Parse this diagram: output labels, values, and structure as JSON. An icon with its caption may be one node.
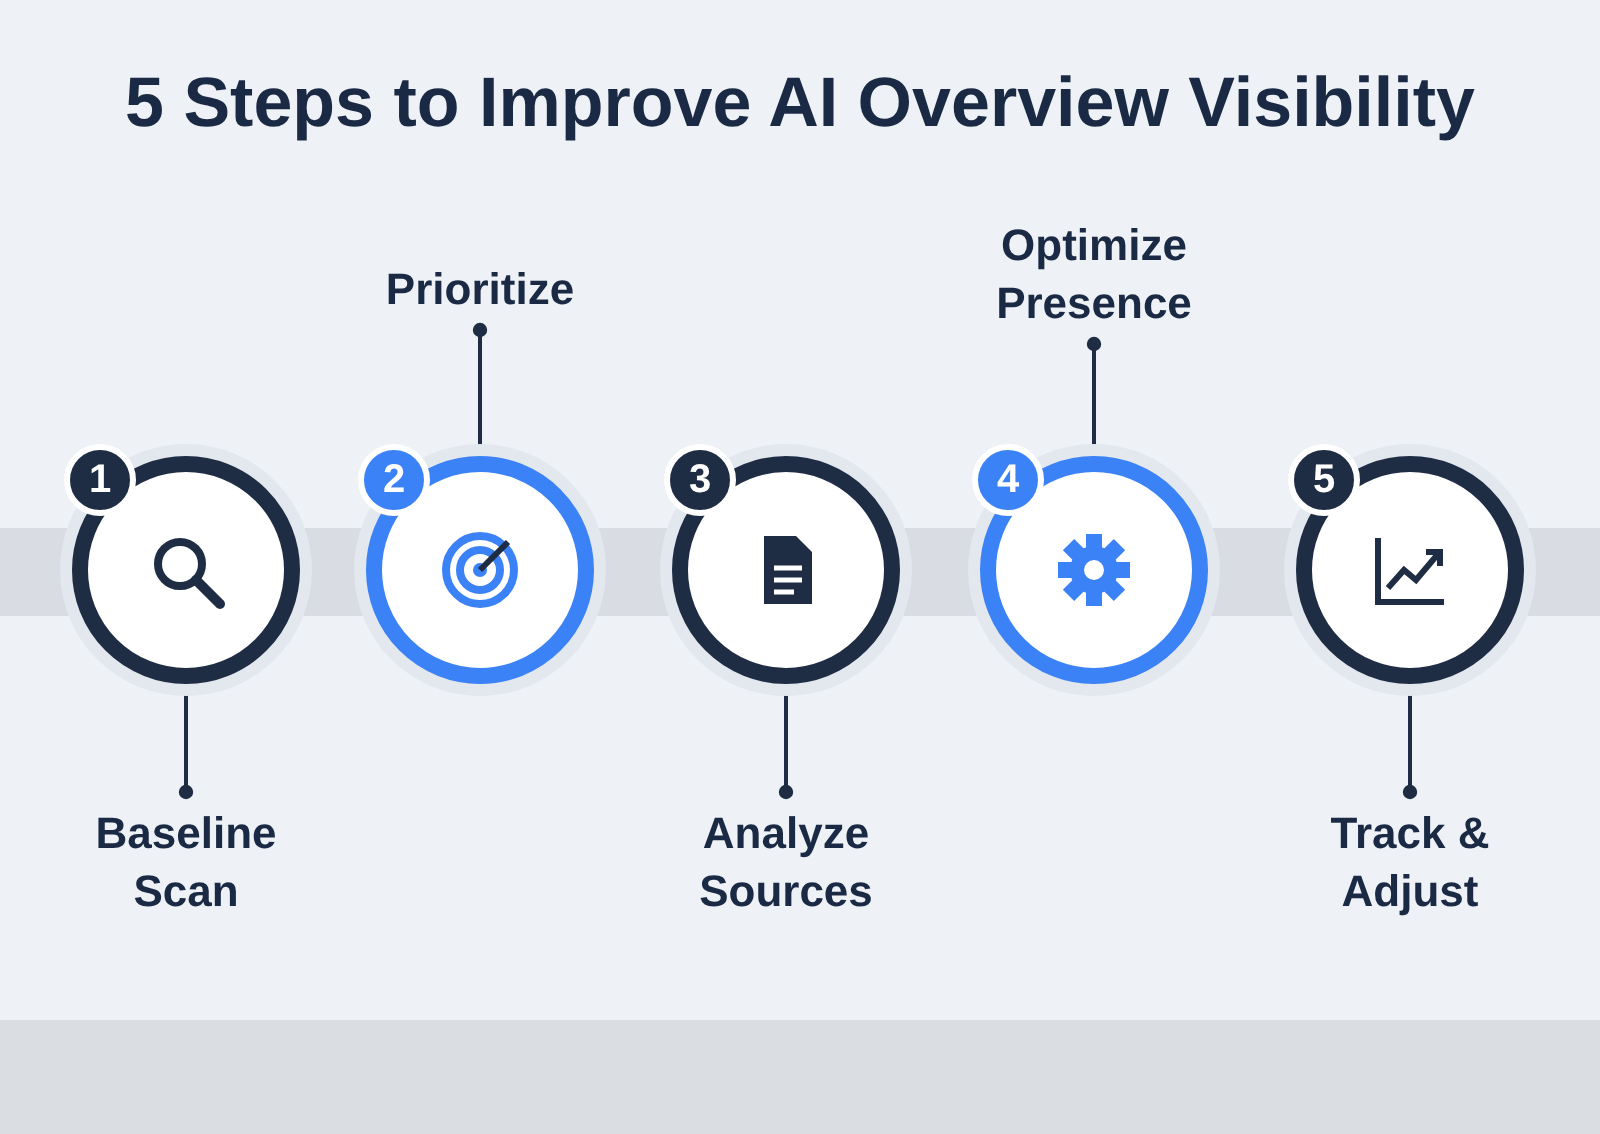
{
  "diagram": {
    "title": "5 Steps to Improve AI Overview Visibility",
    "nodes": [
      {
        "text": [
          "1"
        ]
      },
      {
        "text": [
          "2"
        ]
      },
      {
        "text": [
          "3"
        ]
      },
      {
        "text": [
          "4"
        ]
      },
      {
        "text": [
          "5"
        ]
      },
      {
        "text": [
          "Baseline Scan"
        ]
      },
      {
        "text": [
          "Prioritize"
        ]
      },
      {
        "text": [
          "Analyze Sources"
        ]
      },
      {
        "text": [
          "Optimize Presence"
        ]
      },
      {
        "text": [
          "Track & Adjust"
        ]
      }
    ],
    "edges": [
      {
        "from": 5,
        "to": 0,
        "arrow": "other"
      },
      {
        "from": 6,
        "to": 1,
        "arrow": "other"
      },
      {
        "from": 7,
        "to": 2,
        "arrow": "other"
      },
      {
        "from": 8,
        "to": 3,
        "arrow": "other"
      },
      {
        "from": 9,
        "to": 4,
        "arrow": "other"
      }
    ]
  }
}
